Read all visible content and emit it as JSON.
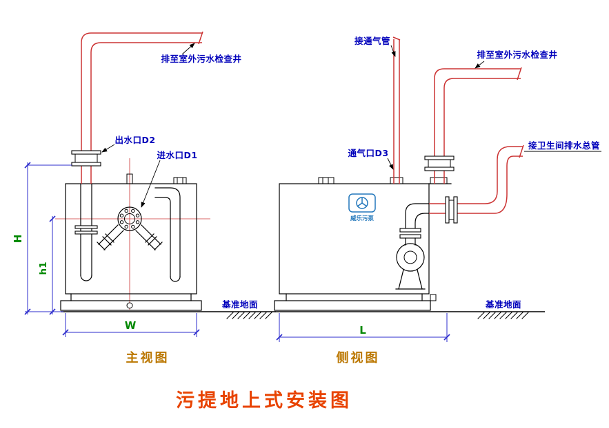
{
  "title": "污提地上式安装图",
  "colors": {
    "outline": "#000000",
    "pipe_red": "#cc3333",
    "dimension_blue": "#2b2bcc",
    "label_blue": "#0000bb",
    "dim_text_green": "#008800",
    "caption_orange": "#bb7700",
    "title_red": "#e84300",
    "logo_blue": "#2277bb"
  },
  "front_view": {
    "caption": "主视图",
    "labels": {
      "discharge_well": "排至室外污水检查井",
      "outlet_d2": "出水口D2",
      "inlet_d1": "进水口D1",
      "datum_ground": "基准地面"
    },
    "dims": {
      "h": "H",
      "h1": "h1",
      "w": "W"
    }
  },
  "side_view": {
    "caption": "侧视图",
    "labels": {
      "vent_connect": "接通气管",
      "discharge_well": "排至室外污水检查井",
      "vent_d3": "通气口D3",
      "toilet_main": "接卫生间排水总管",
      "datum_ground": "基准地面"
    },
    "dims": {
      "l": "L"
    },
    "logo_text": "威乐污泵"
  }
}
